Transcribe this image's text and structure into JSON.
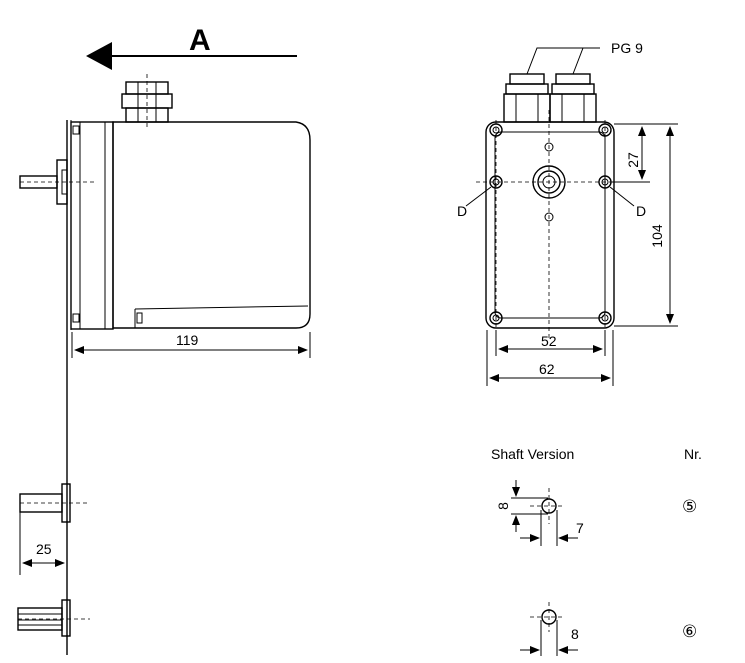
{
  "view_label": "A",
  "pg_label": "PG 9",
  "dims": {
    "len_119": "119",
    "w_52": "52",
    "w_62": "62",
    "h_27": "27",
    "h_104": "104",
    "s_25": "25",
    "s_8a": "8",
    "s_7": "7",
    "s_8b": "8"
  },
  "hole_label_left": "D",
  "hole_label_right": "D",
  "table": {
    "col_shaft": "Shaft Version",
    "col_nr": "Nr.",
    "row1_nr": "⑤",
    "row2_nr": "⑥"
  }
}
